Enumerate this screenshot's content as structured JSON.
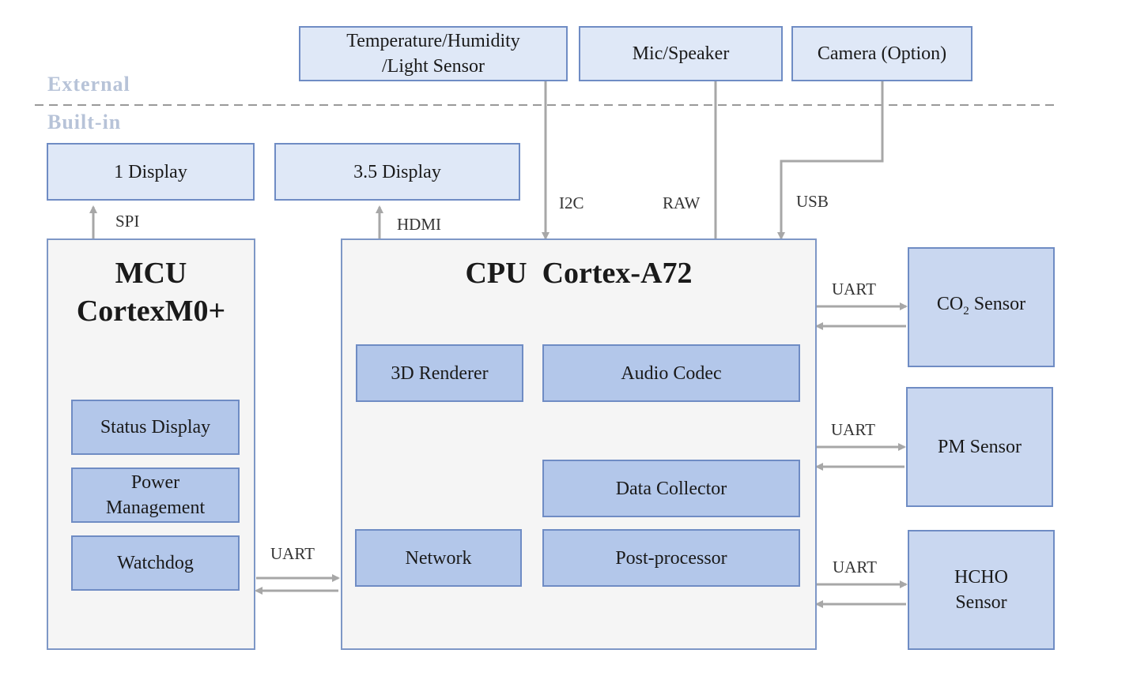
{
  "zones": {
    "external": "External",
    "builtin": "Built-in"
  },
  "external": {
    "env_sensor": [
      "Temperature/Humidity",
      "/Light Sensor"
    ],
    "mic_speaker": "Mic/Speaker",
    "camera": "Camera (Option)"
  },
  "displays": {
    "d1": "1 Display",
    "d35": "3.5 Display"
  },
  "mcu": {
    "title_line1": "MCU",
    "title_line2": "CortexM0+",
    "modules": {
      "status_display": "Status Display",
      "power_mgmt": [
        "Power",
        "Management"
      ],
      "watchdog": "Watchdog"
    }
  },
  "cpu": {
    "title": "CPU  Cortex-A72",
    "modules": {
      "renderer": "3D Renderer",
      "audio_codec": "Audio Codec",
      "data_collector": "Data Collector",
      "network": "Network",
      "post_processor": "Post-processor"
    }
  },
  "sensors": {
    "co2": {
      "prefix": "CO",
      "sub": "2",
      "suffix": " Sensor"
    },
    "pm": "PM Sensor",
    "hcho": [
      "HCHO",
      "Sensor"
    ]
  },
  "links": {
    "spi": "SPI",
    "hdmi": "HDMI",
    "i2c": "I2C",
    "raw": "RAW",
    "usb": "USB",
    "uart_mcu": "UART",
    "uart_co2": "UART",
    "uart_pm": "UART",
    "uart_hcho": "UART"
  }
}
